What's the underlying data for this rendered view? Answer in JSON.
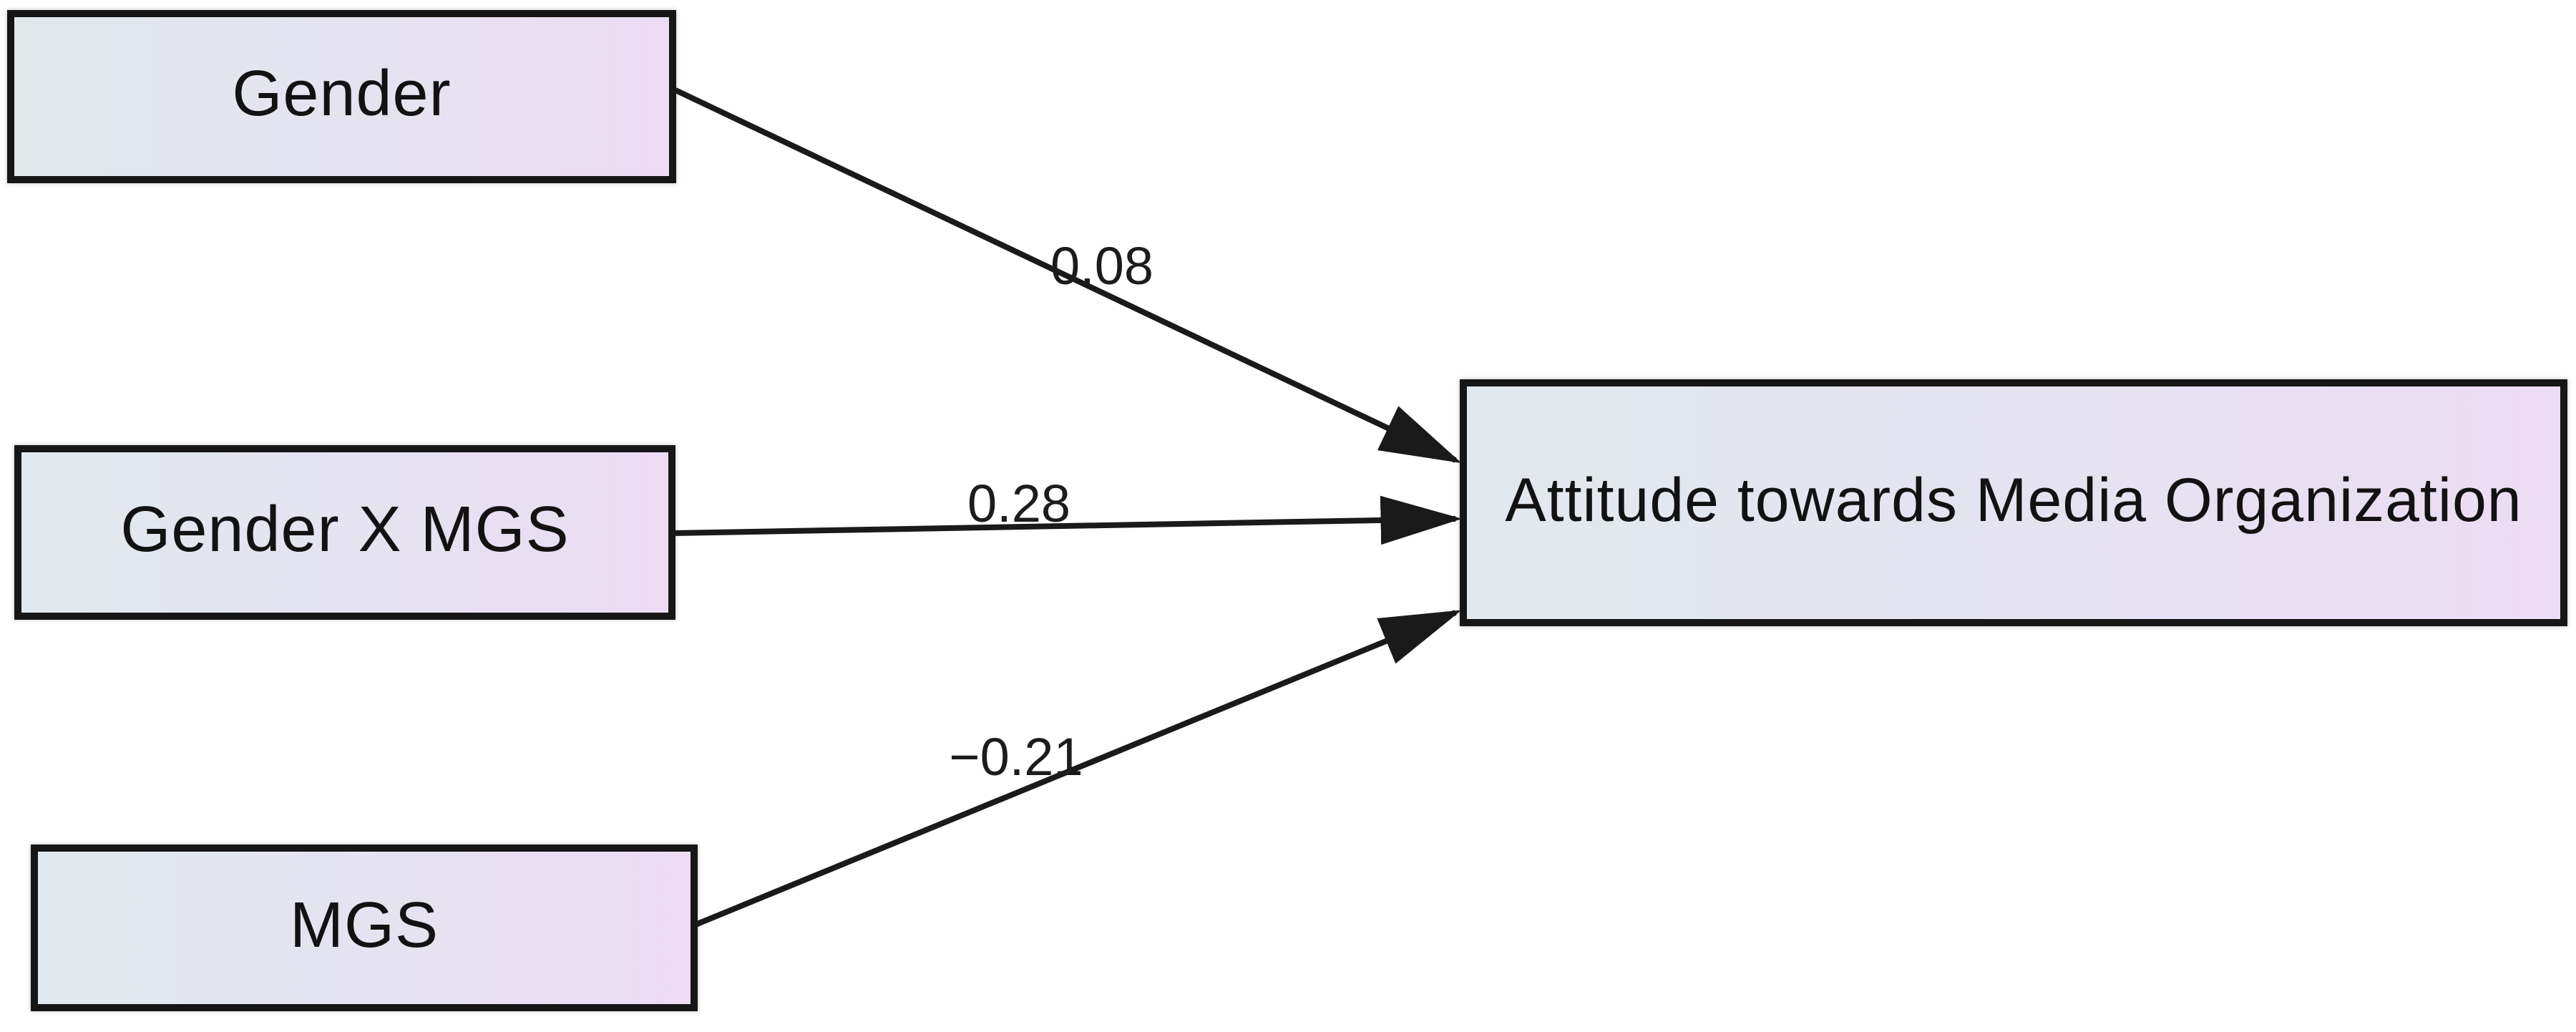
{
  "diagram": {
    "type": "path-model",
    "background_color": "#ffffff",
    "boxes": [
      {
        "id": "gender",
        "label": "Gender"
      },
      {
        "id": "gender_x_mgs",
        "label": "Gender X MGS"
      },
      {
        "id": "mgs",
        "label": "MGS"
      },
      {
        "id": "attitude",
        "label": "Attitude towards Media Organization"
      }
    ],
    "paths": [
      {
        "from": "Gender",
        "to": "Attitude towards Media Organization",
        "coefficient": "0.08"
      },
      {
        "from": "Gender X MGS",
        "to": "Attitude towards Media Organization",
        "coefficient": "0.28"
      },
      {
        "from": "MGS",
        "to": "Attitude towards Media Organization",
        "coefficient": "−0.21"
      }
    ],
    "colors": {
      "box_gradient_left": "#e2e9ee",
      "box_gradient_right": "#ecdcf4",
      "box_border": "#161616",
      "arrow": "#1a1a1a",
      "text": "#121212"
    }
  }
}
